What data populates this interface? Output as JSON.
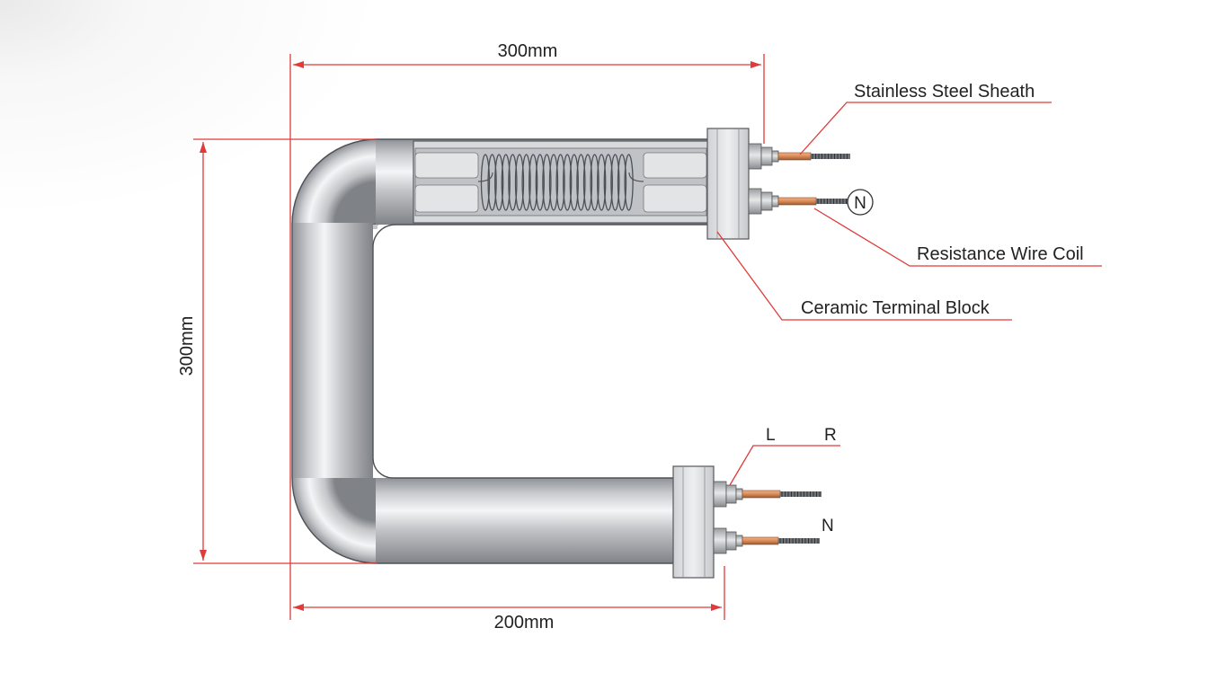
{
  "dimensions": {
    "top_width": "300mm",
    "height": "300mm",
    "bottom_width": "200mm"
  },
  "callouts": {
    "sheath": "Stainless Steel Sheath",
    "coil": "Resistance Wire Coil",
    "block": "Ceramic Terminal Block"
  },
  "terminals": {
    "top_circle": "N",
    "left": "L",
    "right": "R",
    "bottom": "N"
  },
  "colors": {
    "dimension_line": "#e03a3a",
    "copper": "#d98a57",
    "steel": "#b9bcc0"
  }
}
